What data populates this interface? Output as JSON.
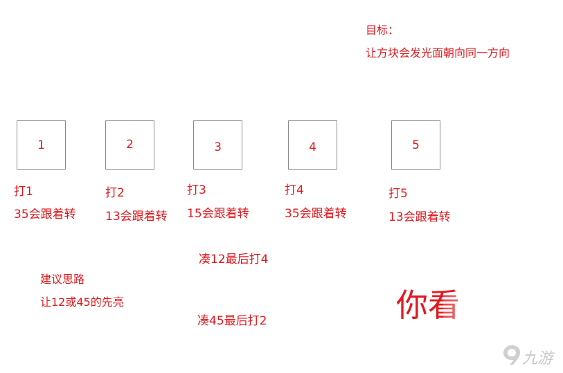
{
  "goal": {
    "title": "目标：",
    "text": "让方块会发光面朝向同一方向"
  },
  "blocks": [
    {
      "number": "1",
      "action": "打1",
      "follow": "35会跟着转"
    },
    {
      "number": "2",
      "action": "打2",
      "follow": "13会跟着转"
    },
    {
      "number": "3",
      "action": "打3",
      "follow": "15会跟着转"
    },
    {
      "number": "4",
      "action": "打4",
      "follow": "35会跟着转"
    },
    {
      "number": "5",
      "action": "打5",
      "follow": "13会跟着转"
    }
  ],
  "hints": {
    "step_a": "凑12最后打4",
    "step_b": "凑45最后打2"
  },
  "suggestion": {
    "title": "建议思路",
    "text": "让12或45的先亮"
  },
  "overlay_text": "你看",
  "watermark": {
    "text": "九游",
    "icon": "9game-logo-icon"
  }
}
